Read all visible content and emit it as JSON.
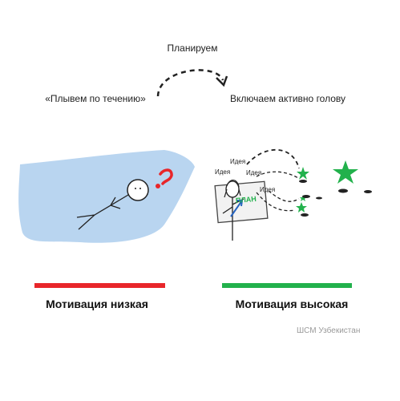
{
  "top_label": "Планируем",
  "left_label": "«Плывем по течению»",
  "right_label": "Включаем активно голову",
  "idea_words": [
    "Идея",
    "Идея",
    "Идея",
    "Идея"
  ],
  "plan_text": "ПЛАН",
  "left_caption": "Мотивация низкая",
  "right_caption": "Мотивация высокая",
  "credit": "ШСМ Узбекистан",
  "colors": {
    "water": "#b9d5f0",
    "low_bar": "#e8262a",
    "high_bar": "#22b14c",
    "star": "#22b14c",
    "question": "#e8262a"
  }
}
